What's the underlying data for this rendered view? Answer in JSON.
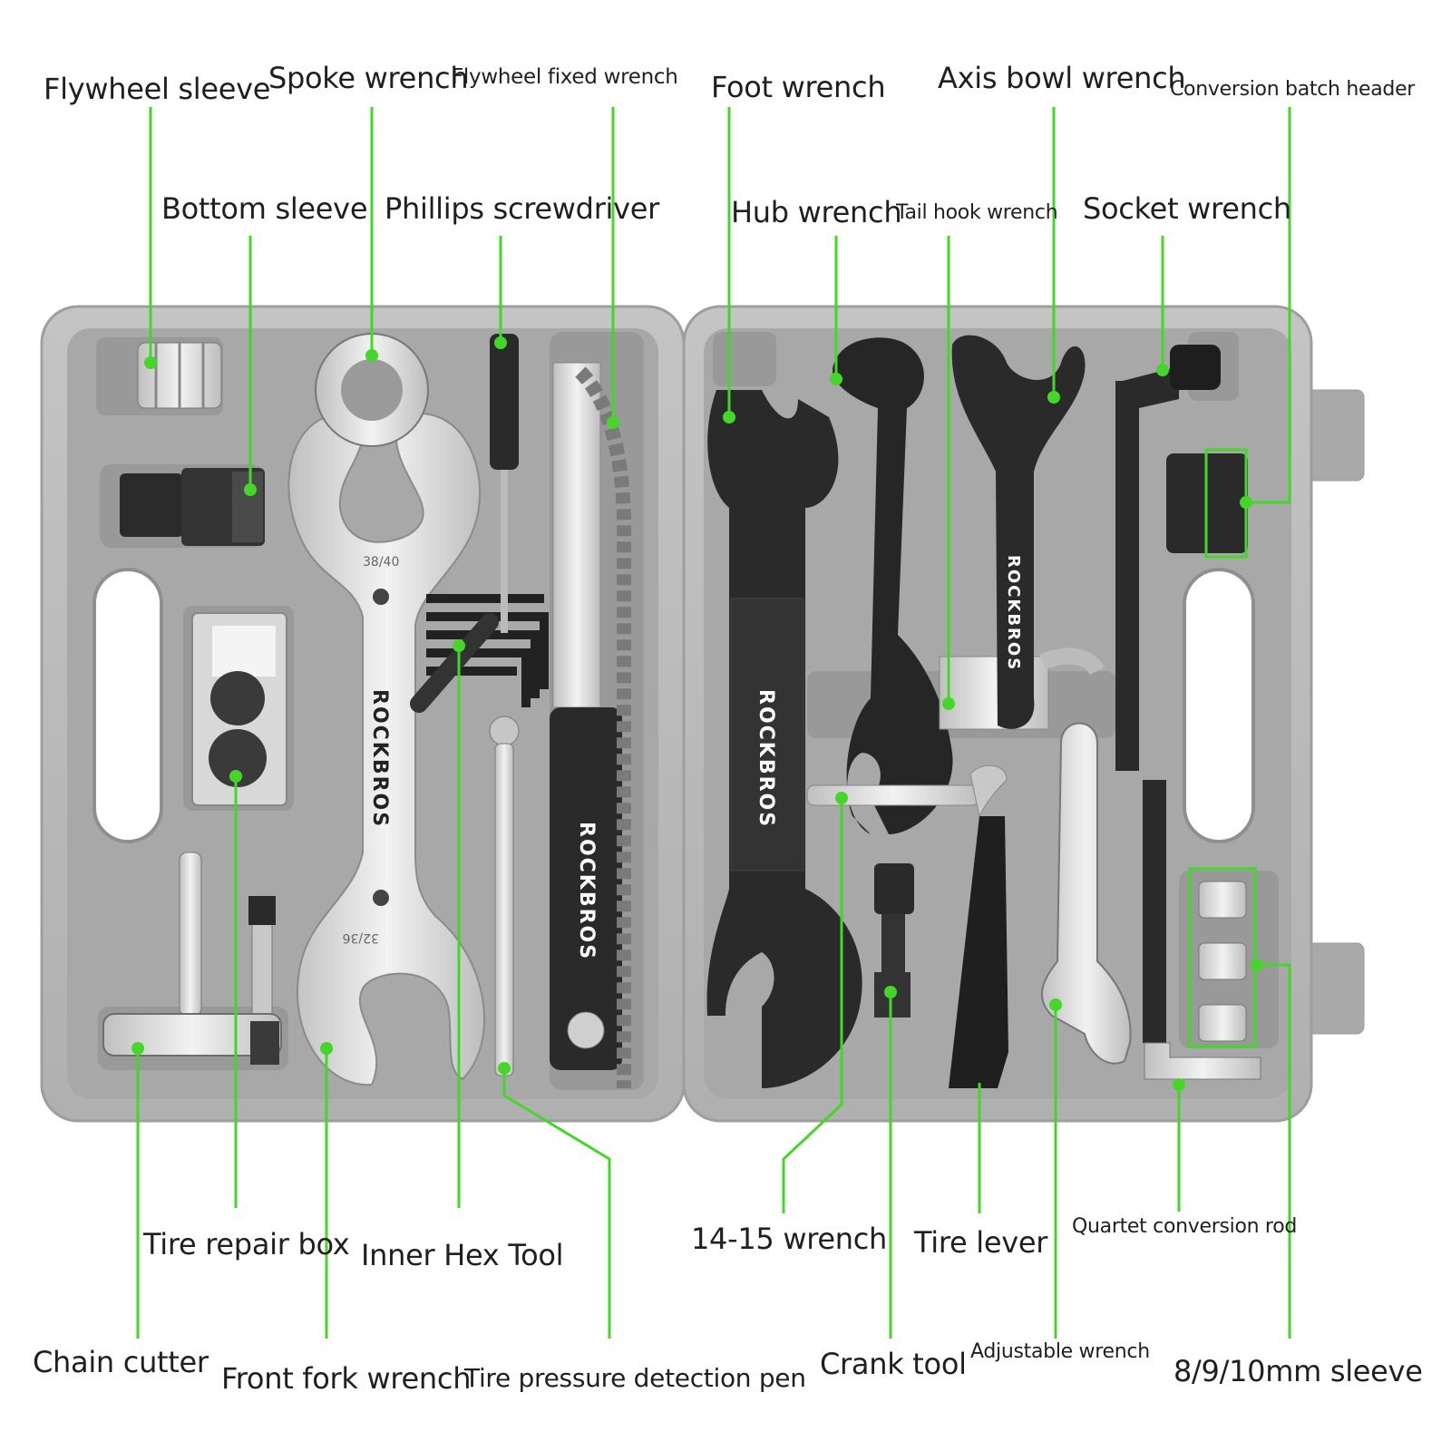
{
  "labels": {
    "flywheel_sleeve": "Flywheel sleeve",
    "spoke_wrench": "Spoke wrench",
    "flywheel_fixed_wrench": "Flywheel fixed wrench",
    "foot_wrench": "Foot wrench",
    "axis_bowl_wrench": "Axis bowl wrench",
    "conversion_batch_header": "Conversion batch header",
    "bottom_sleeve": "Bottom sleeve",
    "phillips_screwdriver": "Phillips screwdriver",
    "hub_wrench": "Hub wrench",
    "tail_hook_wrench": "Tail hook wrench",
    "socket_wrench": "Socket wrench",
    "tire_repair_box": "Tire repair box",
    "inner_hex_tool": "Inner Hex Tool",
    "wrench_14_15": "14-15 wrench",
    "tire_lever": "Tire lever",
    "quartet_conversion_rod": "Quartet conversion rod",
    "chain_cutter": "Chain cutter",
    "front_fork_wrench": "Front fork wrench",
    "tire_pressure_pen": "Tire pressure detection pen",
    "crank_tool": "Crank tool",
    "adjustable_wrench": "Adjustable wrench",
    "sleeve_8_9_10": "8/9/10mm sleeve"
  },
  "branding": {
    "brand": "ROCKBROS",
    "fork_size_top": "38/40",
    "fork_size_bottom": "32/36"
  },
  "colors": {
    "callout": "#45d62a",
    "case": "#b8b8b8",
    "case_inner": "#a6a6a6",
    "steel": "#dcdcdc",
    "black_tool": "#2a2a2a"
  }
}
